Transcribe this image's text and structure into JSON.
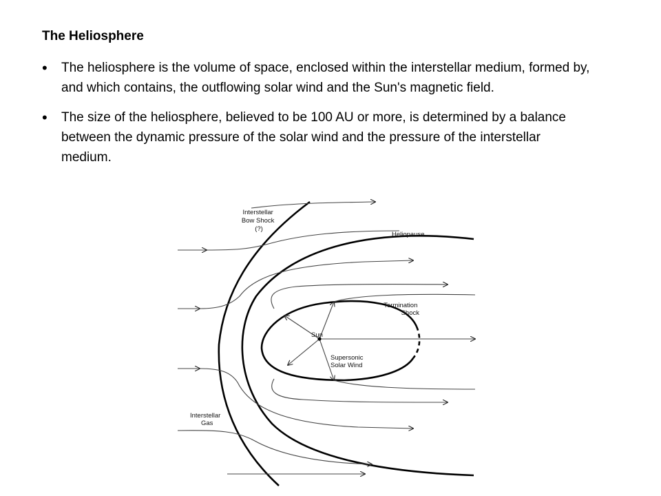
{
  "slide": {
    "title": "The Heliosphere",
    "bullets": [
      "The heliosphere is the volume of space, enclosed within the interstellar medium, formed by, and which contains, the outflowing solar wind and the Sun's magnetic field.",
      "The size of the heliosphere, believed to be 100 AU or more, is determined by a balance between the dynamic pressure of the solar wind and the pressure of the interstellar medium."
    ]
  },
  "diagram": {
    "labels": {
      "bow_shock": [
        "Interstellar",
        "Bow Shock",
        "(?)"
      ],
      "heliopause": "Heliopause",
      "termination_shock": [
        "Termination",
        "Shock"
      ],
      "sun": "Sun",
      "supersonic_wind": [
        "Supersonic",
        "Solar Wind"
      ],
      "interstellar_gas": [
        "Interstellar",
        "Gas"
      ]
    }
  }
}
